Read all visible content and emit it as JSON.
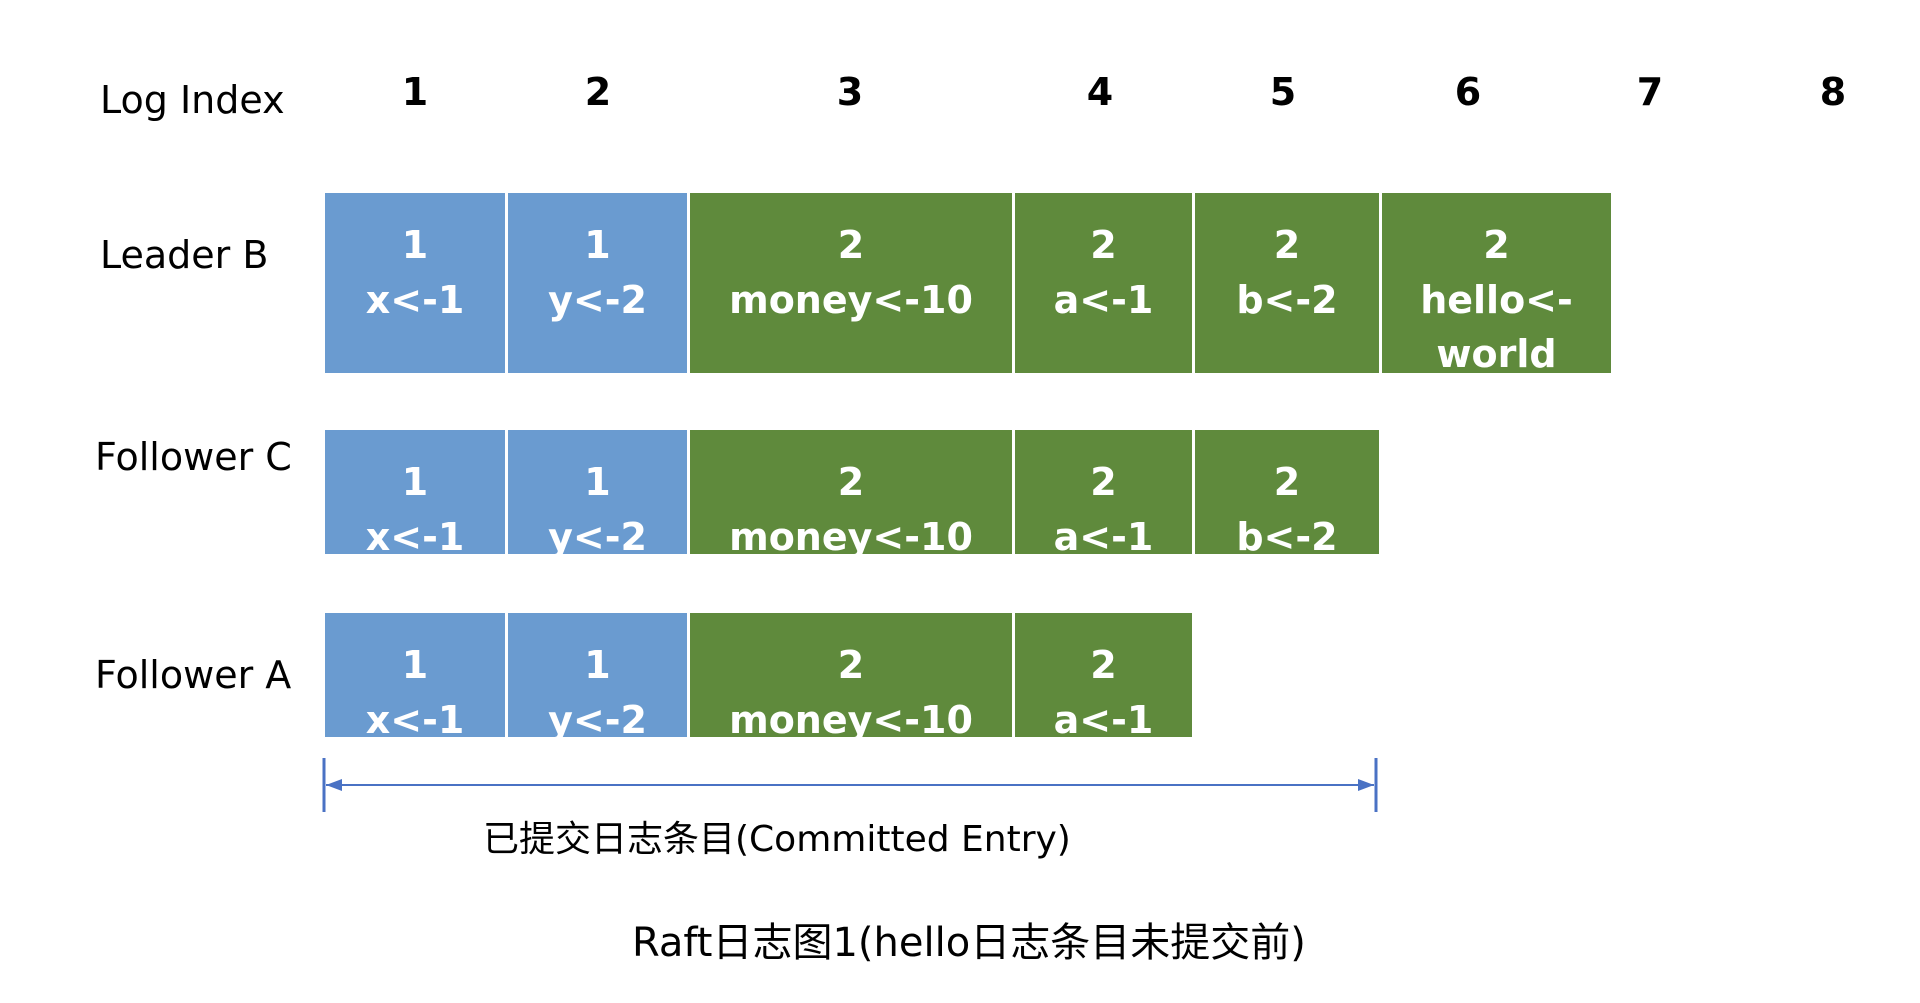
{
  "header": {
    "log_index_label": "Log Index"
  },
  "indices": [
    "1",
    "2",
    "3",
    "4",
    "5",
    "6",
    "7",
    "8"
  ],
  "rows": [
    {
      "label": "Leader B",
      "entries": [
        {
          "term": "1",
          "cmd": "x<-1",
          "color": "#6a9bd0"
        },
        {
          "term": "1",
          "cmd": "y<-2",
          "color": "#6a9bd0"
        },
        {
          "term": "2",
          "cmd": "money<-10",
          "color": "#5f8a3c"
        },
        {
          "term": "2",
          "cmd": "a<-1",
          "color": "#5f8a3c"
        },
        {
          "term": "2",
          "cmd": "b<-2",
          "color": "#5f8a3c"
        },
        {
          "term": "2",
          "cmd": "hello<-\nworld",
          "color": "#5f8a3c"
        }
      ]
    },
    {
      "label": "Follower C",
      "entries": [
        {
          "term": "1",
          "cmd": "x<-1",
          "color": "#6a9bd0"
        },
        {
          "term": "1",
          "cmd": "y<-2",
          "color": "#6a9bd0"
        },
        {
          "term": "2",
          "cmd": "money<-10",
          "color": "#5f8a3c"
        },
        {
          "term": "2",
          "cmd": "a<-1",
          "color": "#5f8a3c"
        },
        {
          "term": "2",
          "cmd": "b<-2",
          "color": "#5f8a3c"
        }
      ]
    },
    {
      "label": "Follower A",
      "entries": [
        {
          "term": "1",
          "cmd": "x<-1",
          "color": "#6a9bd0"
        },
        {
          "term": "1",
          "cmd": "y<-2",
          "color": "#6a9bd0"
        },
        {
          "term": "2",
          "cmd": "money<-10",
          "color": "#5f8a3c"
        },
        {
          "term": "2",
          "cmd": "a<-1",
          "color": "#5f8a3c"
        }
      ]
    }
  ],
  "committed_label": "已提交日志条目(Committed Entry)",
  "caption": "Raft日志图1(hello日志条目未提交前)",
  "colors": {
    "term1": "#6a9bd0",
    "term2": "#5f8a3c",
    "arrow": "#4a72c4"
  }
}
